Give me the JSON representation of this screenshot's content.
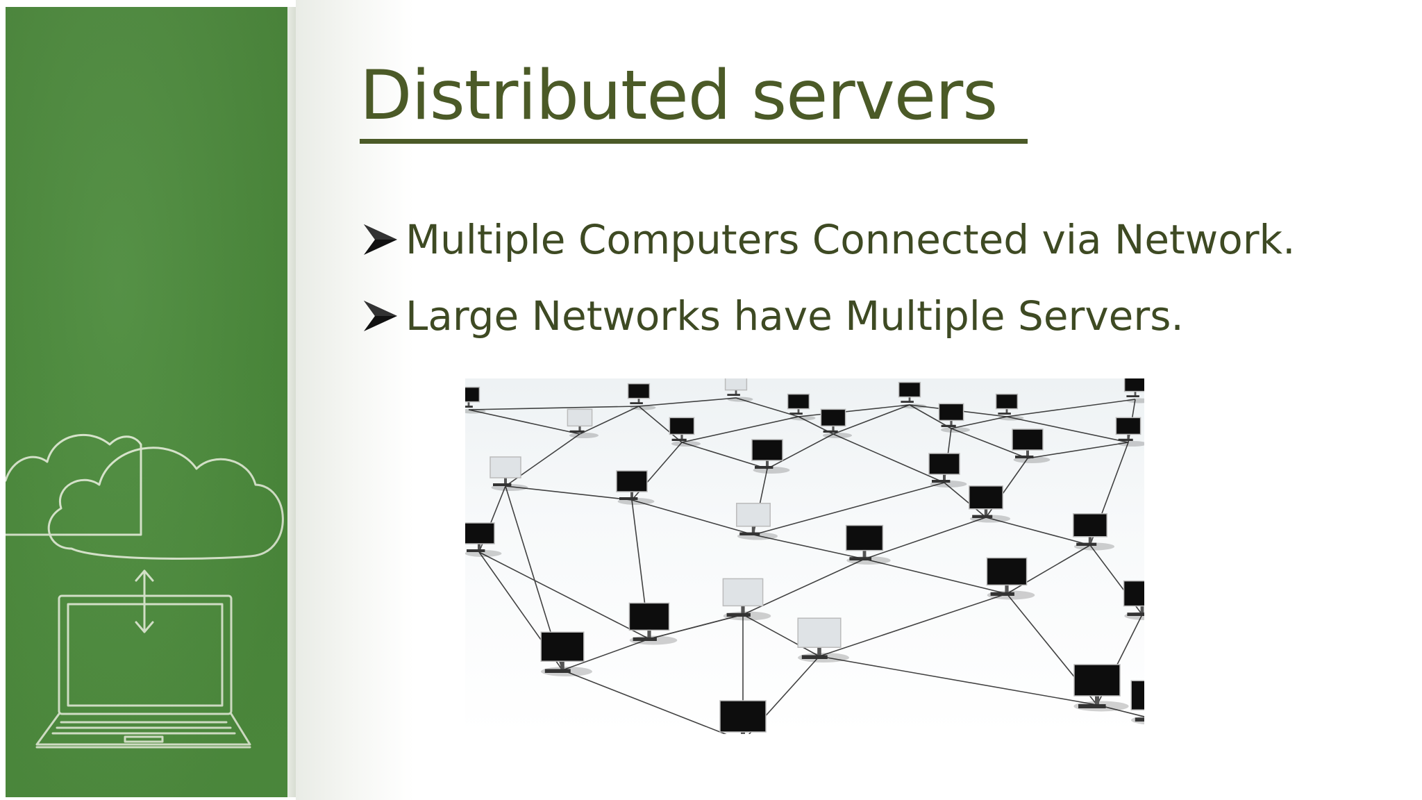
{
  "slide": {
    "title": "Distributed servers",
    "bullets": [
      "Multiple Computers Connected via Network.",
      "Large Networks have Multiple Servers."
    ]
  },
  "colors": {
    "title": "#4b5a27",
    "bullet_text": "#3e4a23",
    "panel_green": "#4a8a3a",
    "chalk": "#e8f0dc"
  },
  "icons": [
    "cloud-icon",
    "laptop-icon",
    "arrow-up-down-icon",
    "bullet-arrow-icon"
  ]
}
